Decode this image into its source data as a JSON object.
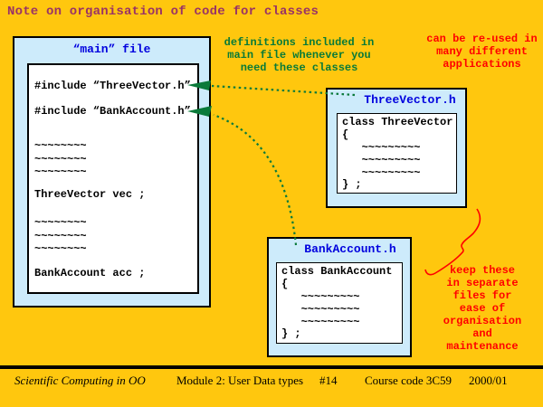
{
  "slide": {
    "title": "Note on organisation of code for classes",
    "colors": {
      "background": "#FFC70E",
      "box_fill": "#CDEBFB",
      "title_plum": "#993366",
      "label_blue": "#0000DE",
      "annotation_green": "#077A38",
      "annotation_red": "#FF0000",
      "arrow_green": "#0A7A3A"
    }
  },
  "main_file_box": {
    "label": "“main” file",
    "code_lines": [
      "#include “ThreeVector.h”",
      "#include “BankAccount.h”",
      "~~~~~~~~",
      "~~~~~~~~",
      "~~~~~~~~",
      "ThreeVector vec ;",
      "~~~~~~~~",
      "~~~~~~~~",
      "~~~~~~~~",
      "BankAccount acc ;"
    ]
  },
  "threevector_box": {
    "label": "ThreeVector.h",
    "code_lines": [
      "class ThreeVector",
      "{",
      "   ~~~~~~~~~",
      "   ~~~~~~~~~",
      "   ~~~~~~~~~",
      "} ;"
    ]
  },
  "bankaccount_box": {
    "label": "BankAccount.h",
    "code_lines": [
      "class BankAccount",
      "{",
      "   ~~~~~~~~~",
      "   ~~~~~~~~~",
      "   ~~~~~~~~~",
      "} ;"
    ]
  },
  "annotations": {
    "definitions_note": "definitions included in\nmain file whenever you\nneed these classes",
    "reuse_note": "can be re-used in\nmany different\napplications",
    "separate_files_note": "keep these\nin separate\nfiles for\nease of\norganisation\nand\nmaintenance"
  },
  "footer": {
    "course_title": "Scientific Computing in OO",
    "module": "Module 2: User Data types",
    "slide_number": "#14",
    "course_code": "Course code 3C59",
    "year": "2000/01"
  }
}
